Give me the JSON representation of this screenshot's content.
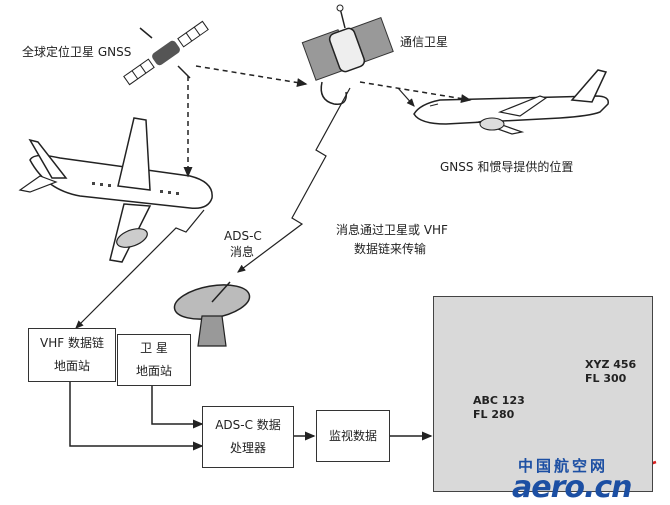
{
  "labels": {
    "gnss": "全球定位卫星 GNSS",
    "comsat": "通信卫星",
    "gnss_inertial": "GNSS 和惯导提供的位置",
    "adsc_msg_1": "ADS-C",
    "adsc_msg_2": "消息",
    "transfer_1": "消息通过卫星或 VHF",
    "transfer_2": "数据链来传输"
  },
  "boxes": {
    "vhf_ground": [
      "VHF 数据链",
      "地面站"
    ],
    "sat_ground": [
      "卫 星",
      "地面站"
    ],
    "adsc_processor": [
      "ADS-C 数据",
      "处理器"
    ],
    "surveillance": [
      "监视数据"
    ]
  },
  "radar_display": {
    "targets": [
      {
        "callsign": "ABC 123",
        "level": "FL 280"
      },
      {
        "callsign": "XYZ 456",
        "level": "FL 300"
      }
    ]
  },
  "watermark": {
    "cn": "中国航空网",
    "en": "aero.cn"
  },
  "colors": {
    "watermark": "#1c4fa3",
    "radar_bg": "#d9d9d9"
  }
}
